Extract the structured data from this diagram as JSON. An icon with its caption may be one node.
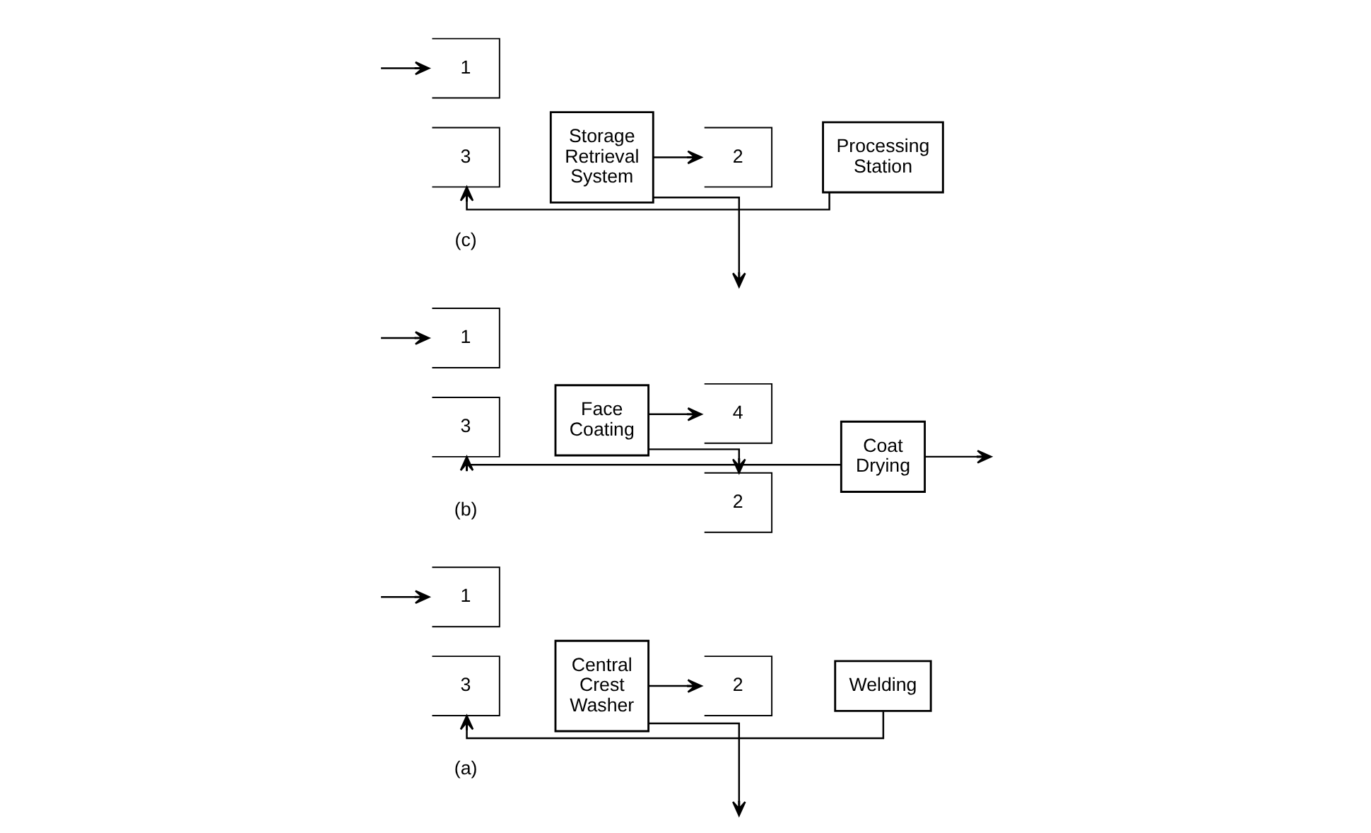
{
  "diagram": {
    "nodes": [
      {
        "text": [
          "1"
        ]
      },
      {
        "text": [
          "3"
        ]
      },
      {
        "text": [
          "Central Crest Washer"
        ]
      },
      {
        "text": [
          "2"
        ]
      },
      {
        "text": [
          "Welding"
        ]
      },
      {
        "text": [
          "1"
        ]
      },
      {
        "text": [
          "3"
        ]
      },
      {
        "text": [
          "Face Coating"
        ]
      },
      {
        "text": [
          "2"
        ]
      },
      {
        "text": [
          "4"
        ]
      },
      {
        "text": [
          "Coat Drying"
        ]
      },
      {
        "text": [
          "1"
        ]
      },
      {
        "text": [
          "3"
        ]
      },
      {
        "text": [
          "Storage Retrieval System"
        ]
      },
      {
        "text": [
          "2"
        ]
      },
      {
        "text": [
          "Processing Station"
        ]
      }
    ],
    "edges": [
      {
        "from": null,
        "to": 0,
        "arrow": "to"
      },
      {
        "from": 2,
        "to": 3,
        "arrow": "to"
      },
      {
        "from": 4,
        "to": 1,
        "arrow": "to"
      },
      {
        "from": 2,
        "to": null,
        "arrow": "to"
      },
      {
        "from": null,
        "to": 5,
        "arrow": "to"
      },
      {
        "from": 7,
        "to": 8,
        "arrow": "to"
      },
      {
        "from": 7,
        "to": 9,
        "arrow": "to"
      },
      {
        "from": 10,
        "to": 6,
        "arrow": "to"
      },
      {
        "from": 10,
        "to": null,
        "arrow": "to"
      },
      {
        "from": null,
        "to": 11,
        "arrow": "to"
      },
      {
        "from": 13,
        "to": 14,
        "arrow": "to"
      },
      {
        "from": 15,
        "to": 12,
        "arrow": "to"
      },
      {
        "from": 13,
        "to": null,
        "arrow": "to"
      }
    ],
    "labels": [
      "(a)",
      "(b)",
      "(c)"
    ]
  }
}
